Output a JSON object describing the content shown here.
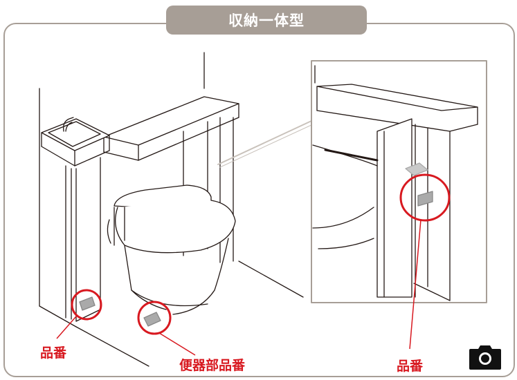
{
  "title": "収納一体型",
  "labels": {
    "left_part_number": "品番",
    "toilet_part_number": "便器部品番",
    "right_part_number": "品番"
  },
  "icons": {
    "camera": "camera-icon"
  },
  "colors": {
    "frame": "#a79e96",
    "highlight": "#d81920",
    "line": "#231815",
    "label_plate": "#aaaaaa"
  }
}
